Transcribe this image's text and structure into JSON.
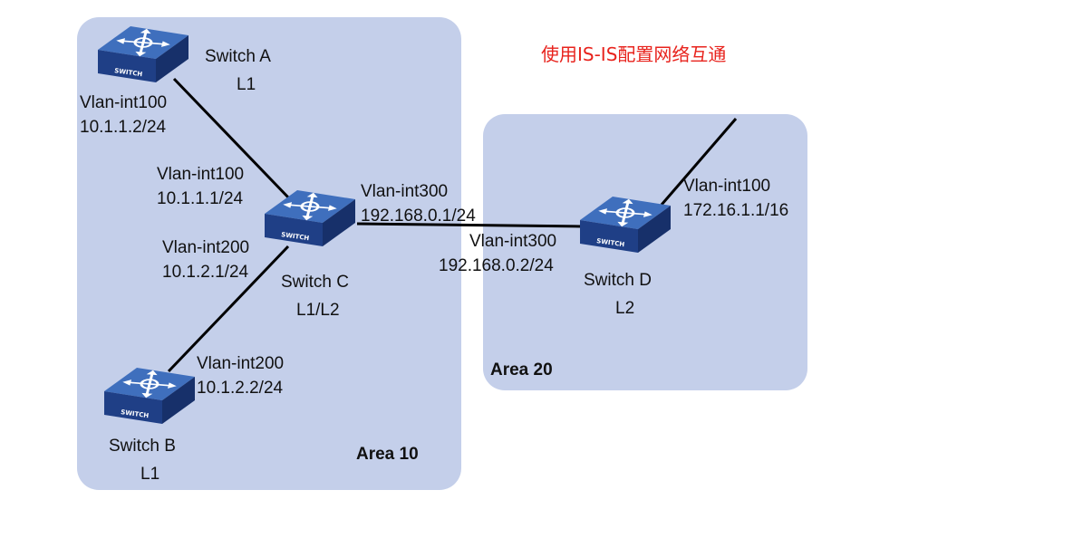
{
  "title": {
    "text": "使用IS-IS配置网络互通",
    "color": "#e8231d"
  },
  "colors": {
    "area_fill": "#c4cfea",
    "link": "#000000",
    "switch_top": "#3f6fbd",
    "switch_front": "#1f3f86",
    "switch_side": "#17306a"
  },
  "areas": [
    {
      "id": "area10",
      "label": "Area 10"
    },
    {
      "id": "area20",
      "label": "Area 20"
    }
  ],
  "switches": [
    {
      "id": "A",
      "icon": "switch-icon",
      "icon_text": "SWITCH",
      "name": "Switch A",
      "level": "L1"
    },
    {
      "id": "B",
      "icon": "switch-icon",
      "icon_text": "SWITCH",
      "name": "Switch B",
      "level": "L1"
    },
    {
      "id": "C",
      "icon": "switch-icon",
      "icon_text": "SWITCH",
      "name": "Switch C",
      "level": "L1/L2"
    },
    {
      "id": "D",
      "icon": "switch-icon",
      "icon_text": "SWITCH",
      "name": "Switch D",
      "level": "L2"
    }
  ],
  "interfaces": {
    "a_c_at_a": {
      "name": "Vlan-int100",
      "ip": "10.1.1.2/24"
    },
    "a_c_at_c": {
      "name": "Vlan-int100",
      "ip": "10.1.1.1/24"
    },
    "b_c_at_c": {
      "name": "Vlan-int200",
      "ip": "10.1.2.1/24"
    },
    "b_c_at_b": {
      "name": "Vlan-int200",
      "ip": "10.1.2.2/24"
    },
    "c_d_at_c": {
      "name": "Vlan-int300",
      "ip": "192.168.0.1/24"
    },
    "c_d_at_d": {
      "name": "Vlan-int300",
      "ip": "192.168.0.2/24"
    },
    "d_ext": {
      "name": "Vlan-int100",
      "ip": "172.16.1.1/16"
    }
  }
}
